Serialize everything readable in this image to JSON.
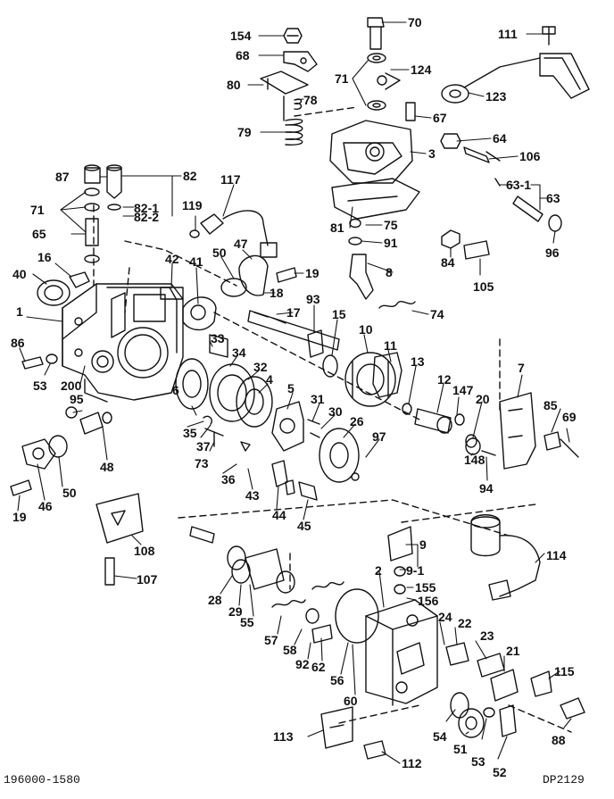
{
  "diagram": {
    "kind": "exploded parts diagram (fuel injection pump)",
    "reference_number": "196000-1580",
    "drawing_code": "DP2129",
    "callouts": [
      "154",
      "68",
      "80",
      "78",
      "79",
      "70",
      "71",
      "124",
      "123",
      "111",
      "67",
      "64",
      "3",
      "106",
      "87",
      "82",
      "82-1",
      "82-2",
      "71",
      "65",
      "119",
      "117",
      "63-1",
      "63",
      "40",
      "16",
      "42",
      "41",
      "47",
      "50",
      "19",
      "81",
      "75",
      "91",
      "84",
      "96",
      "105",
      "8",
      "18",
      "1",
      "17",
      "93",
      "74",
      "86",
      "53",
      "200",
      "33",
      "34",
      "32",
      "4",
      "6",
      "15",
      "10",
      "11",
      "13",
      "12",
      "147",
      "20",
      "7",
      "85",
      "69",
      "95",
      "35",
      "37",
      "73",
      "5",
      "31",
      "30",
      "26",
      "97",
      "48",
      "148",
      "94",
      "36",
      "46",
      "50",
      "19",
      "43",
      "44",
      "45",
      "108",
      "107",
      "9",
      "9-1",
      "155",
      "156",
      "114",
      "2",
      "28",
      "29",
      "55",
      "57",
      "58",
      "92",
      "62",
      "56",
      "60",
      "24",
      "22",
      "23",
      "21",
      "115",
      "54",
      "51",
      "53",
      "52",
      "88",
      "113",
      "112"
    ]
  }
}
